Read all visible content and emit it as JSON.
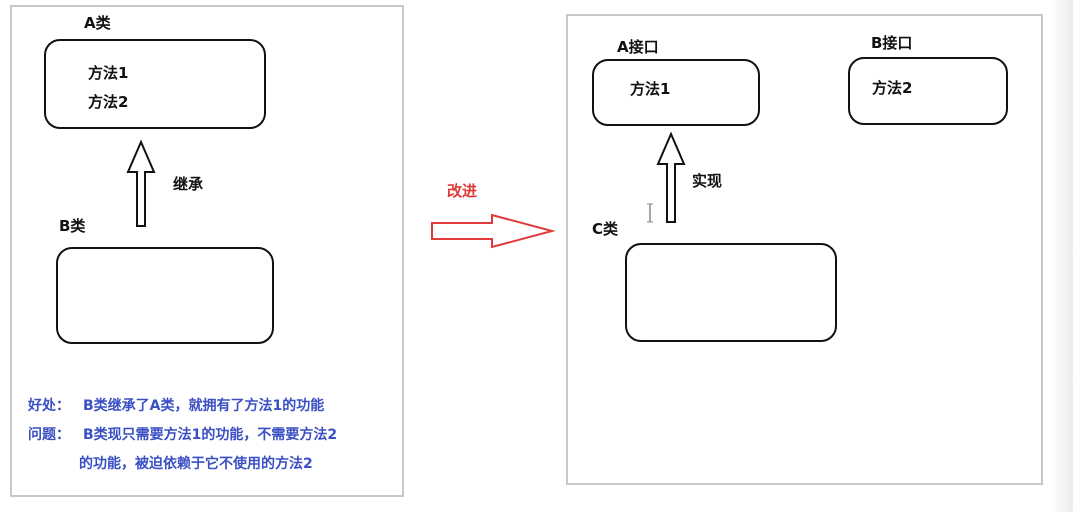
{
  "left": {
    "class_a": {
      "title": "A类",
      "methods": [
        "方法1",
        "方法2"
      ]
    },
    "inherit_label": "继承",
    "class_b": {
      "title": "B类"
    },
    "notes": {
      "benefit_label": "好处：",
      "benefit_text": "B类继承了A类，就拥有了方法1的功能",
      "problem_label": "问题：",
      "problem_text_1": "B类现只需要方法1的功能，不需要方法2",
      "problem_text_2": "的功能，被迫依赖于它不使用的方法2"
    }
  },
  "transition": {
    "label": "改进"
  },
  "right": {
    "interface_a": {
      "title": "A接口",
      "method": "方法1"
    },
    "interface_b": {
      "title": "B接口",
      "method": "方法2"
    },
    "implement_label": "实现",
    "class_c": {
      "title": "C类"
    }
  },
  "colors": {
    "note_text": "#3a4fc4",
    "transition_red": "#e03a3a",
    "outline": "#111111",
    "panel_border": "#c8c8c8"
  }
}
